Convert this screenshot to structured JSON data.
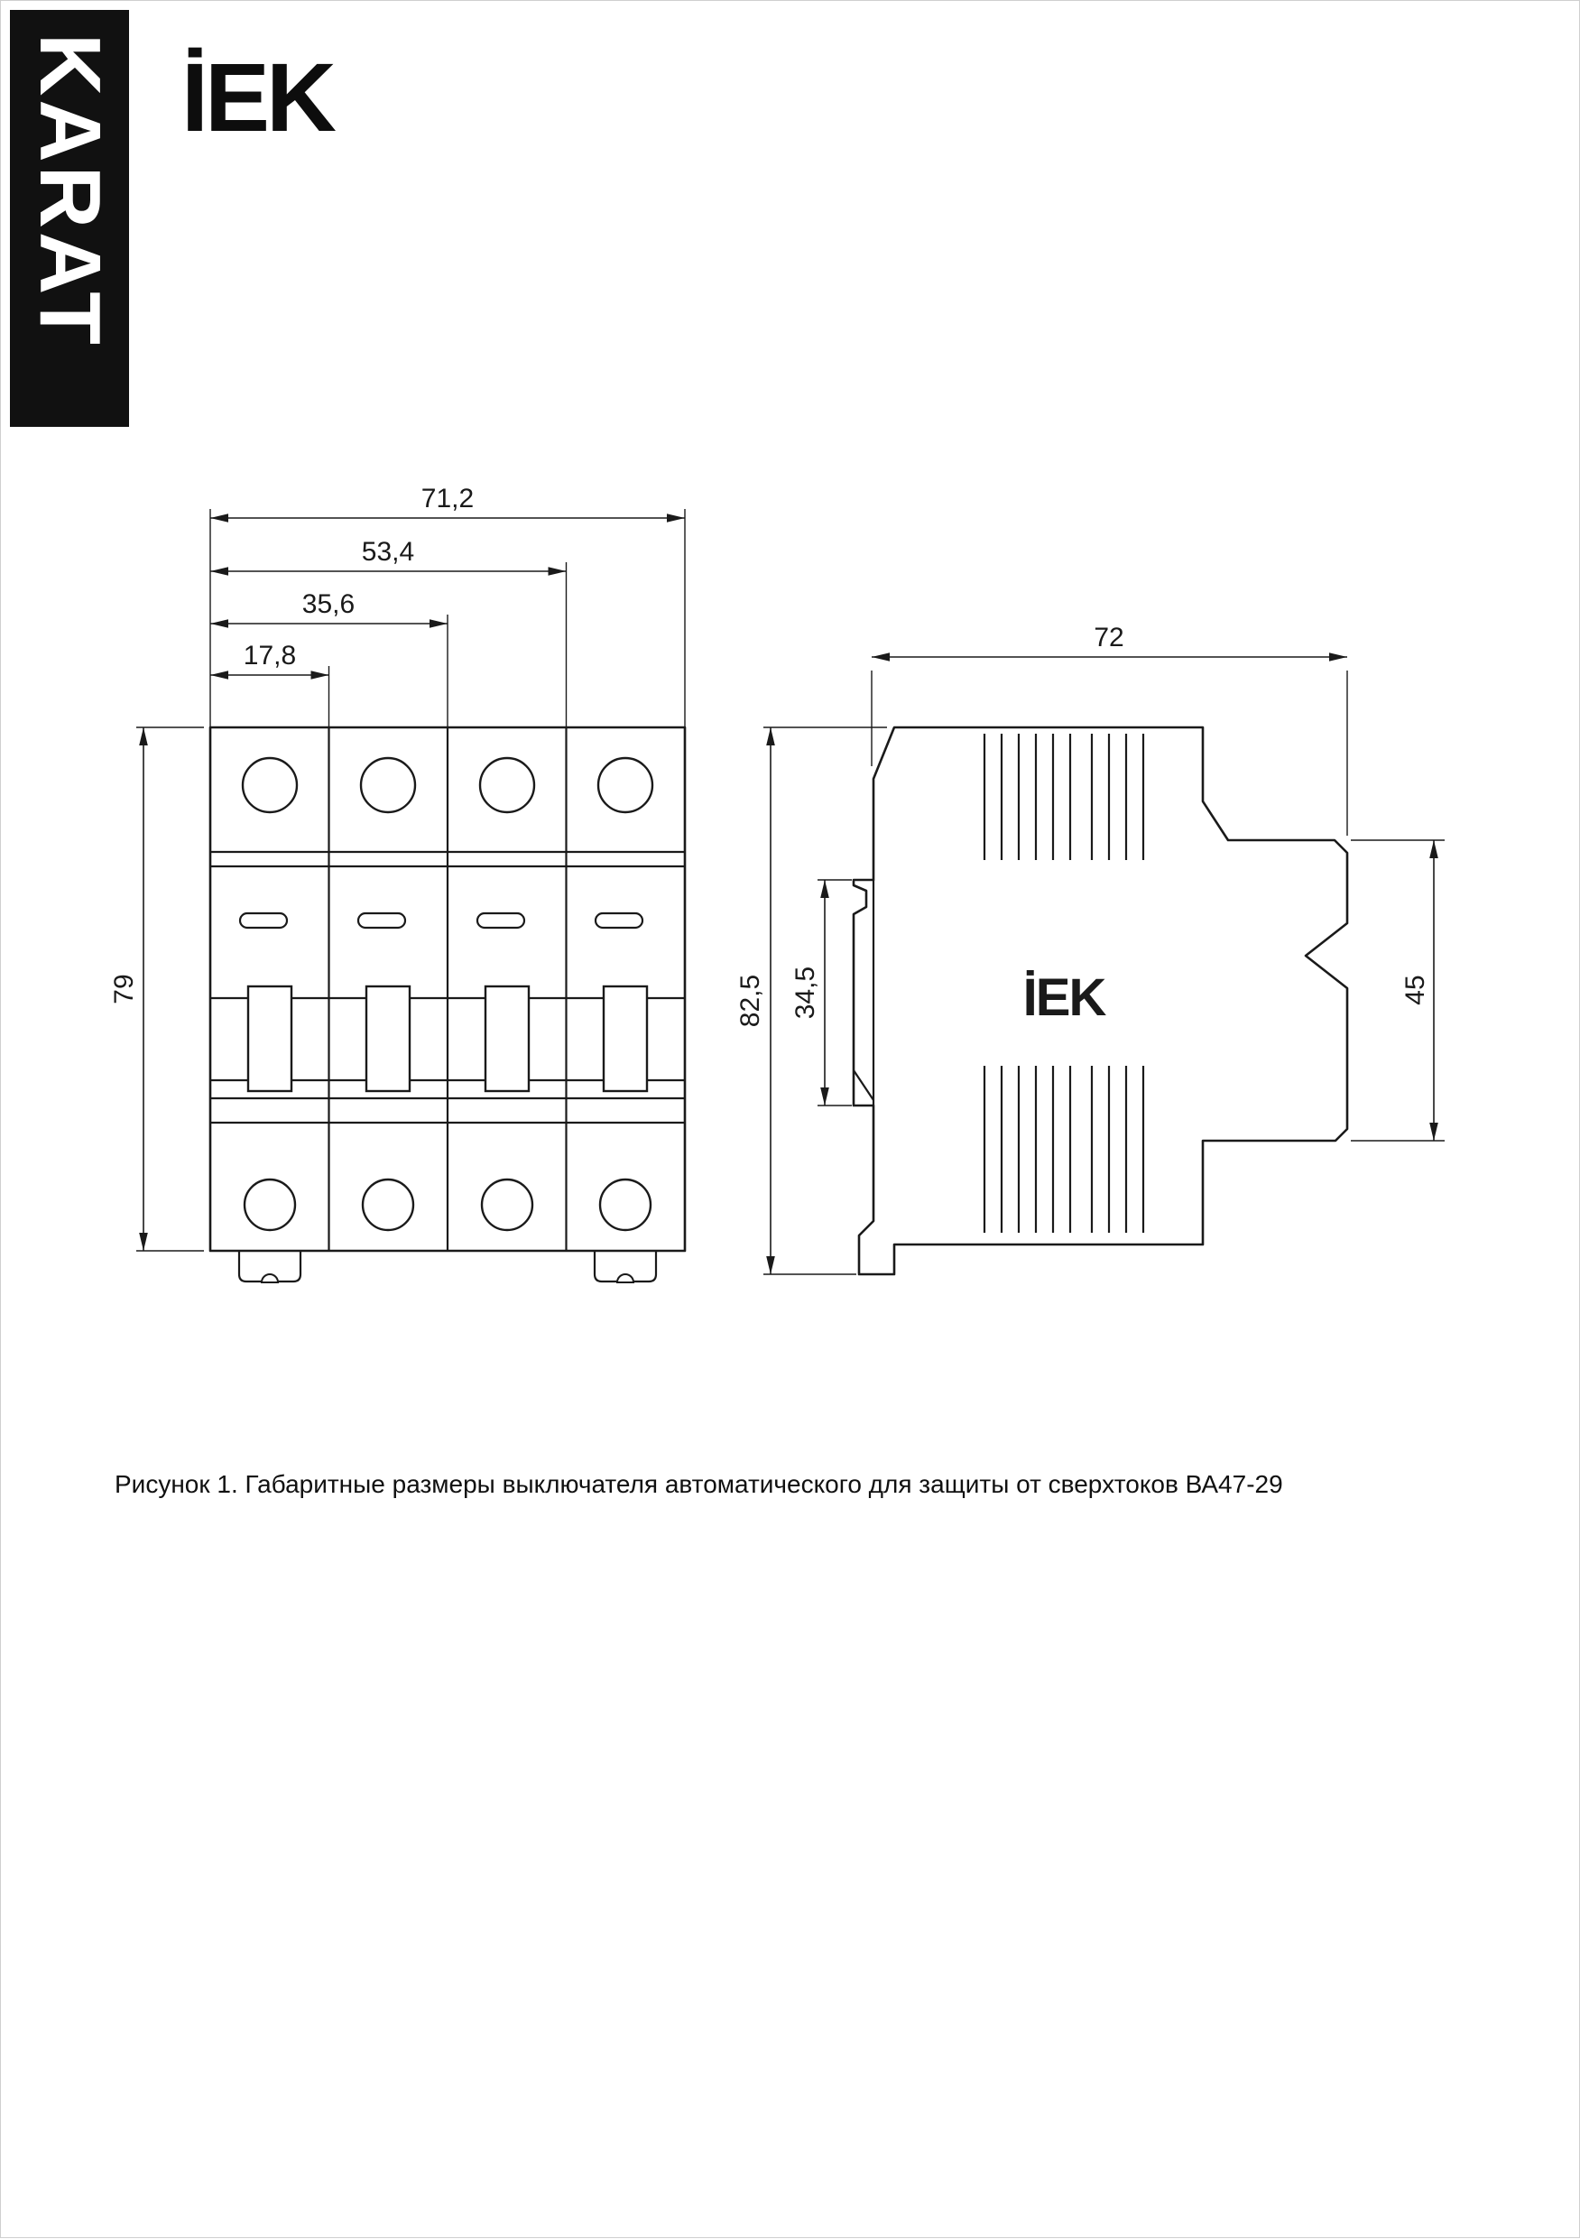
{
  "brand": {
    "banner_label": "KARAT",
    "logo_text": "İEK"
  },
  "figure": {
    "caption": "Рисунок 1. Габаритные размеры выключателя автоматического для защиты от сверхтоков ВА47-29"
  },
  "front_view": {
    "dim_width_total_mm": "71,2",
    "dim_width_three_modules_mm": "53,4",
    "dim_width_two_modules_mm": "35,6",
    "dim_width_one_module_mm": "17,8",
    "dim_height_mm": "79"
  },
  "side_view": {
    "dim_width_mm": "72",
    "dim_height_total_mm": "82,5",
    "dim_din_section_mm": "34,5",
    "dim_terminal_depth_mm": "45",
    "body_logo_text": "İEK"
  },
  "colors": {
    "ink": "#1a1a1a",
    "banner_bg": "#111111",
    "page_bg": "#ffffff"
  }
}
